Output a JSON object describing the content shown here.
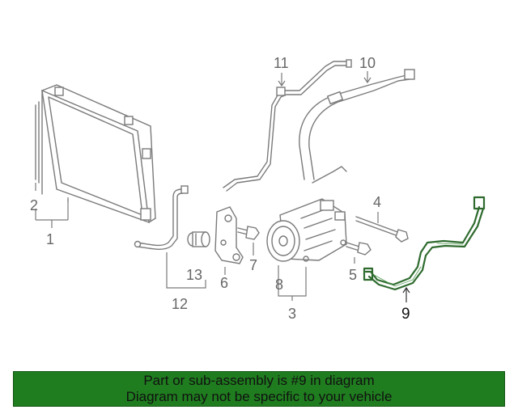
{
  "diagram": {
    "callouts": {
      "c1": "1",
      "c2": "2",
      "c3": "3",
      "c4": "4",
      "c5": "5",
      "c6": "6",
      "c7": "7",
      "c8": "8",
      "c9": "9",
      "c10": "10",
      "c11": "11",
      "c12": "12",
      "c13": "13"
    },
    "highlighted_part": "9",
    "highlight_color": "#2f6b2f"
  },
  "banner": {
    "line1": "Part or sub-assembly is #9 in diagram",
    "line2": "Diagram may not be specific to your vehicle",
    "background": "#1f7d1f"
  }
}
